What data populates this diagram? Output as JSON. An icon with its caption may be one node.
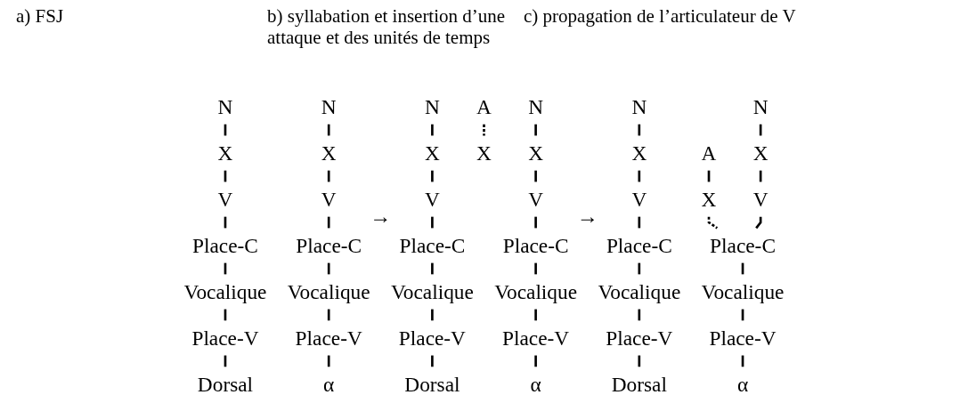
{
  "diagram": {
    "nodes": [
      {
        "text": [
          "N"
        ]
      },
      {
        "text": [
          "X"
        ]
      },
      {
        "text": [
          "V"
        ]
      },
      {
        "text": [
          "Place-C"
        ]
      },
      {
        "text": [
          "Vocalique"
        ]
      },
      {
        "text": [
          "Place-V"
        ]
      },
      {
        "text": [
          "Dorsal"
        ]
      },
      {
        "text": [
          "N"
        ]
      },
      {
        "text": [
          "X"
        ]
      },
      {
        "text": [
          "V"
        ]
      },
      {
        "text": [
          "Place-C"
        ]
      },
      {
        "text": [
          "Vocalique"
        ]
      },
      {
        "text": [
          "Place-V"
        ]
      },
      {
        "text": [
          "α"
        ]
      },
      {
        "text": [
          "N"
        ]
      },
      {
        "text": [
          "X"
        ]
      },
      {
        "text": [
          "V"
        ]
      },
      {
        "text": [
          "Place-C"
        ]
      },
      {
        "text": [
          "Vocalique"
        ]
      },
      {
        "text": [
          "Place-V"
        ]
      },
      {
        "text": [
          "Dorsal"
        ]
      },
      {
        "text": [
          "A"
        ]
      },
      {
        "text": [
          "X"
        ]
      },
      {
        "text": [
          "N"
        ]
      },
      {
        "text": [
          "X"
        ]
      },
      {
        "text": [
          "V"
        ]
      },
      {
        "text": [
          "Place-C"
        ]
      },
      {
        "text": [
          "Vocalique"
        ]
      },
      {
        "text": [
          "Place-V"
        ]
      },
      {
        "text": [
          "α"
        ]
      },
      {
        "text": [
          "N"
        ]
      },
      {
        "text": [
          "X"
        ]
      },
      {
        "text": [
          "V"
        ]
      },
      {
        "text": [
          "Place-C"
        ]
      },
      {
        "text": [
          "Vocalique"
        ]
      },
      {
        "text": [
          "Place-V"
        ]
      },
      {
        "text": [
          "Dorsal"
        ]
      },
      {
        "text": [
          "A"
        ]
      },
      {
        "text": [
          "X"
        ]
      },
      {
        "text": [
          "N"
        ]
      },
      {
        "text": [
          "X"
        ]
      },
      {
        "text": [
          "V"
        ]
      },
      {
        "text": [
          "Place-C"
        ]
      },
      {
        "text": [
          "Vocalique"
        ]
      },
      {
        "text": [
          "Place-V"
        ]
      },
      {
        "text": [
          "α"
        ]
      }
    ],
    "edges": [
      {
        "from": 0,
        "to": 1,
        "arrow": "none"
      },
      {
        "from": 1,
        "to": 2,
        "arrow": "none"
      },
      {
        "from": 2,
        "to": 3,
        "arrow": "none"
      },
      {
        "from": 3,
        "to": 4,
        "arrow": "none"
      },
      {
        "from": 4,
        "to": 5,
        "arrow": "none"
      },
      {
        "from": 5,
        "to": 6,
        "arrow": "none"
      },
      {
        "from": 7,
        "to": 8,
        "arrow": "none"
      },
      {
        "from": 8,
        "to": 9,
        "arrow": "none"
      },
      {
        "from": 9,
        "to": 10,
        "arrow": "none"
      },
      {
        "from": 10,
        "to": 11,
        "arrow": "none"
      },
      {
        "from": 11,
        "to": 12,
        "arrow": "none"
      },
      {
        "from": 12,
        "to": 13,
        "arrow": "none"
      },
      {
        "from": 14,
        "to": 15,
        "arrow": "none"
      },
      {
        "from": 15,
        "to": 16,
        "arrow": "none"
      },
      {
        "from": 16,
        "to": 17,
        "arrow": "none"
      },
      {
        "from": 17,
        "to": 18,
        "arrow": "none"
      },
      {
        "from": 18,
        "to": 19,
        "arrow": "none"
      },
      {
        "from": 19,
        "to": 20,
        "arrow": "none"
      },
      {
        "from": 21,
        "to": 22,
        "arrow": "none",
        "style": "dashed"
      },
      {
        "from": 23,
        "to": 24,
        "arrow": "none"
      },
      {
        "from": 24,
        "to": 25,
        "arrow": "none"
      },
      {
        "from": 25,
        "to": 26,
        "arrow": "none"
      },
      {
        "from": 26,
        "to": 27,
        "arrow": "none"
      },
      {
        "from": 27,
        "to": 28,
        "arrow": "none"
      },
      {
        "from": 28,
        "to": 29,
        "arrow": "none"
      },
      {
        "from": 30,
        "to": 31,
        "arrow": "none"
      },
      {
        "from": 31,
        "to": 32,
        "arrow": "none"
      },
      {
        "from": 32,
        "to": 33,
        "arrow": "none"
      },
      {
        "from": 33,
        "to": 34,
        "arrow": "none"
      },
      {
        "from": 34,
        "to": 35,
        "arrow": "none"
      },
      {
        "from": 35,
        "to": 36,
        "arrow": "none"
      },
      {
        "from": 37,
        "to": 38,
        "arrow": "none"
      },
      {
        "from": 38,
        "to": 42,
        "arrow": "none",
        "style": "dashed"
      },
      {
        "from": 39,
        "to": 40,
        "arrow": "none"
      },
      {
        "from": 40,
        "to": 41,
        "arrow": "none"
      },
      {
        "from": 41,
        "to": 42,
        "arrow": "none"
      },
      {
        "from": 42,
        "to": 43,
        "arrow": "none"
      },
      {
        "from": 43,
        "to": 44,
        "arrow": "none"
      },
      {
        "from": 44,
        "to": 45,
        "arrow": "none"
      }
    ],
    "labels": [
      "a) FSJ",
      "b) syllabation et insertion d’une attaque et des unités de temps",
      "c) propagation de l’articulateur de V",
      "→",
      "→"
    ]
  }
}
